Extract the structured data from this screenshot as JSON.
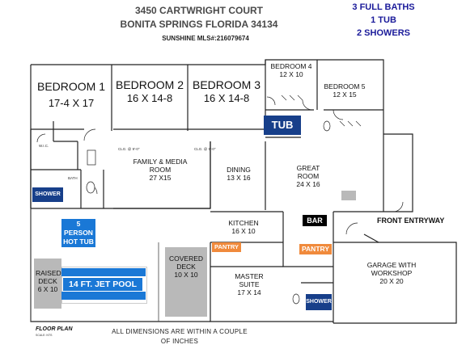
{
  "header": {
    "address_line1": "3450 CARTWRIGHT COURT",
    "address_line2": "BONITA SPRINGS FLORIDA 34134",
    "mls": "SUNSHINE MLS#:216079674"
  },
  "summary": {
    "baths": "3 FULL BATHS",
    "tub": "1 TUB",
    "showers": "2 SHOWERS"
  },
  "rooms": {
    "bedroom1": {
      "name": "BEDROOM 1",
      "dims": "17-4 X 17"
    },
    "bedroom2": {
      "name": "BEDROOM 2",
      "dims": "16 X 14-8"
    },
    "bedroom3": {
      "name": "BEDROOM 3",
      "dims": "16 X 14-8"
    },
    "bedroom4": {
      "name": "BEDROOM 4",
      "dims": "12 X 10"
    },
    "bedroom5": {
      "name": "BEDROOM 5",
      "dims": "12 X 15"
    },
    "family_media": {
      "name": "FAMILY & MEDIA ROOM",
      "dims": "27 X15"
    },
    "dining": {
      "name": "DINING",
      "dims": "13 X 16"
    },
    "great_room": {
      "name": "GREAT ROOM",
      "dims": "24 X 16"
    },
    "kitchen": {
      "name": "KITCHEN",
      "dims": "16 X 10"
    },
    "master_suite": {
      "name": "MASTER SUITE",
      "dims": "17 X 14"
    },
    "garage": {
      "name": "GARAGE WITH WORKSHOP",
      "dims": "20 X 20"
    },
    "covered_deck": {
      "name": "COVERED DECK",
      "dims": "10 X 10"
    },
    "raised_deck": {
      "name": "RAISED DECK",
      "dims": "6 X 10"
    }
  },
  "features": {
    "tub": "TUB",
    "shower_left": "SHOWER",
    "shower_master": "SHOWER",
    "hot_tub": "5 PERSON HOT TUB",
    "jet_pool": "14 FT. JET POOL",
    "pantry_left": "PANTRY",
    "pantry_right": "PANTRY",
    "bar": "BAR",
    "front_entryway": "FRONT ENTRYWAY"
  },
  "small_labels": {
    "wic": "W.I.C.",
    "bath": "BATH",
    "closet_tag": "CLG. @ 9'-0\""
  },
  "footer": {
    "floor_plan": "FLOOR PLAN",
    "scale": "SCALE: NTS",
    "note": "ALL DIMENSIONS ARE WITHIN A COUPLE OF INCHES"
  },
  "colors": {
    "blue_fixture": "#173f8a",
    "pool_blue": "#1a78d6",
    "pantry_orange": "#f08a3c",
    "deck_gray": "#b9b9b9",
    "header_gray": "#4a4a4a",
    "summary_blue": "#1a1a9a"
  }
}
